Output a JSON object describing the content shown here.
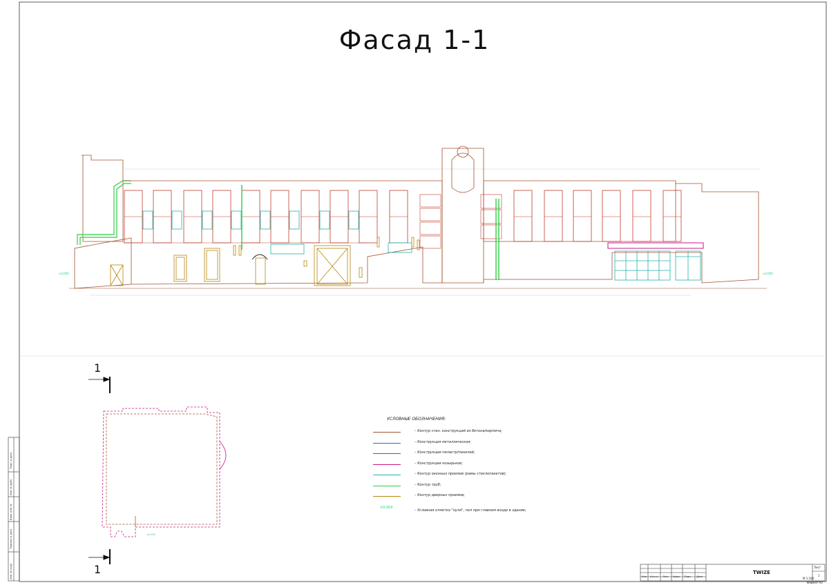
{
  "title": "Фасад 1-1",
  "colors": {
    "walls": "#a0522d",
    "metal": "#3a5fcd",
    "pilasters": "#c0392b",
    "canopies": "#c71585",
    "windows": "#20b2aa",
    "pipes": "#2ecc40",
    "doors": "#b8860b",
    "zero_mark": "#2ecc71",
    "frame": "#333333"
  },
  "legend": {
    "title": "УСЛОВНЫЕ ОБОЗНАЧЕНИЯ:",
    "items": [
      {
        "label": "– Контур стен, конструкций из бетона/кирпича;",
        "color": "#a0522d"
      },
      {
        "label": "– Конструкция металлическая;",
        "color": "#3a5fcd"
      },
      {
        "label": "– Конструкции пиластр/панелей;",
        "color": "#c0392b"
      },
      {
        "label": "– Конструкции козырьков;",
        "color": "#c71585"
      },
      {
        "label": "– Контур оконных проемов (рамы стеклопакетов);",
        "color": "#20b2aa"
      },
      {
        "label": "– Контур труб;",
        "color": "#2ecc40"
      },
      {
        "label": "– Контур дверных проемов;",
        "color": "#b8860b"
      },
      {
        "label": "– Условная отметка \"нуля\", пол при главном входе в здание;",
        "color": "#2ecc71",
        "marker": "±0,000"
      }
    ]
  },
  "section_marks": {
    "top": "1",
    "bottom": "1"
  },
  "elevation_marks": {
    "left": "±0,000",
    "right": "±0,000",
    "plan": "±0,000"
  },
  "stamp": {
    "name": "TWIZE",
    "sheet_label": "Лист",
    "sheet_number": "1",
    "scale": "M 1:100",
    "format": "Формат А3",
    "cells": [
      "Изм",
      "Кол.уч",
      "Лист",
      "№док",
      "Подп.",
      "Дата"
    ]
  },
  "side_labels": [
    "Инв. № подл.",
    "Подпись и дата",
    "Взам. инв. №",
    "Инв. № дубл.",
    "Подп. и дата"
  ]
}
